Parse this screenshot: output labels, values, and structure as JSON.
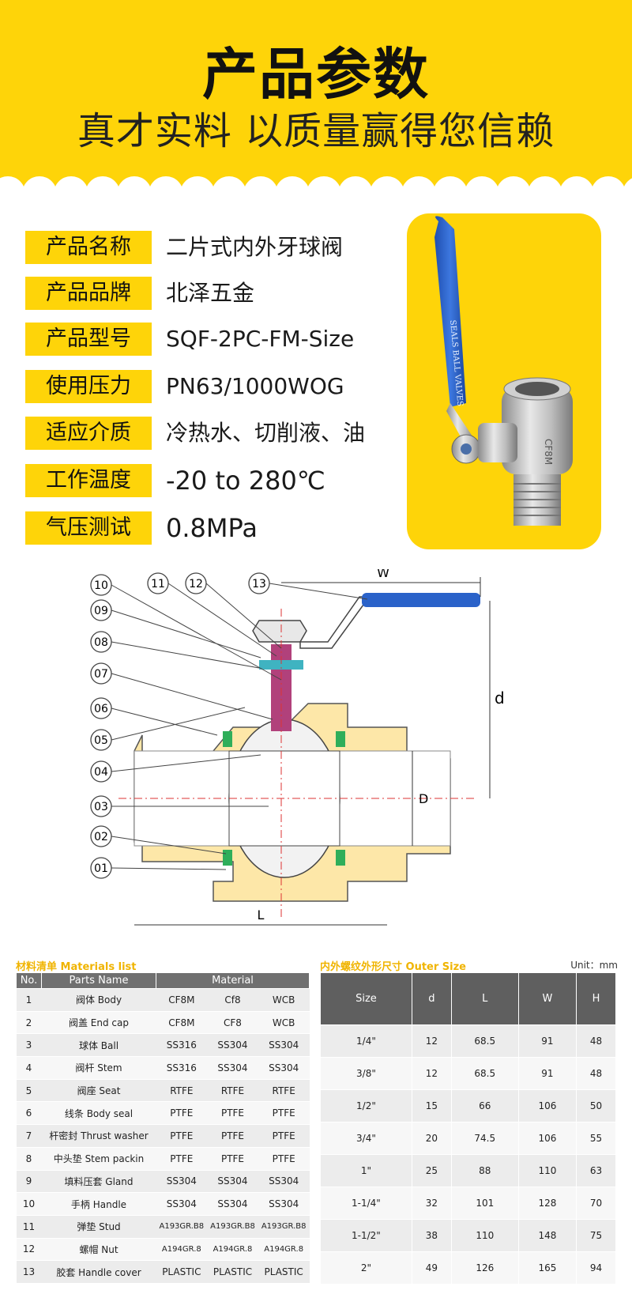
{
  "header": {
    "title": "产品参数",
    "subtitle": "真才实料 以质量赢得您信赖"
  },
  "specs": [
    {
      "label": "产品名称",
      "value": "二片式内外牙球阀"
    },
    {
      "label": "产品品牌",
      "value": "北泽五金"
    },
    {
      "label": "产品型号",
      "value": "SQF-2PC-FM-Size"
    },
    {
      "label": "使用压力",
      "value": "PN63/1000WOG"
    },
    {
      "label": "适应介质",
      "value": "冷热水、切削液、油"
    },
    {
      "label": "工作温度",
      "value": "-20 to 280℃"
    },
    {
      "label": "气压测试",
      "value": "0.8MPa"
    }
  ],
  "photo": {
    "handle_text": "SEALS BALL VALVES",
    "body_text": "CF8M"
  },
  "diagram": {
    "callouts": [
      "10",
      "11",
      "12",
      "13",
      "09",
      "08",
      "07",
      "06",
      "05",
      "04",
      "03",
      "02",
      "01"
    ],
    "dim_w": "W",
    "dim_d_small": "d",
    "dim_d_big": "D",
    "dim_l": "L"
  },
  "materials": {
    "title": "材料清单 Materials list",
    "headers": {
      "no": "No.",
      "part": "Parts Name",
      "material": "Material"
    },
    "rows": [
      {
        "no": "1",
        "name": "阀体 Body",
        "m1": "CF8M",
        "m2": "Cf8",
        "m3": "WCB"
      },
      {
        "no": "2",
        "name": "阀盖 End cap",
        "m1": "CF8M",
        "m2": "CF8",
        "m3": "WCB"
      },
      {
        "no": "3",
        "name": "球体 Ball",
        "m1": "SS316",
        "m2": "SS304",
        "m3": "SS304"
      },
      {
        "no": "4",
        "name": "阀杆 Stem",
        "m1": "SS316",
        "m2": "SS304",
        "m3": "SS304"
      },
      {
        "no": "5",
        "name": "阀座 Seat",
        "m1": "RTFE",
        "m2": "RTFE",
        "m3": "RTFE"
      },
      {
        "no": "6",
        "name": "线条 Body seal",
        "m1": "PTFE",
        "m2": "PTFE",
        "m3": "PTFE"
      },
      {
        "no": "7",
        "name": "杆密封 Thrust washer",
        "m1": "PTFE",
        "m2": "PTFE",
        "m3": "PTFE"
      },
      {
        "no": "8",
        "name": "中头垫 Stem packin",
        "m1": "PTFE",
        "m2": "PTFE",
        "m3": "PTFE"
      },
      {
        "no": "9",
        "name": "填料压套 Gland",
        "m1": "SS304",
        "m2": "SS304",
        "m3": "SS304"
      },
      {
        "no": "10",
        "name": "手柄 Handle",
        "m1": "SS304",
        "m2": "SS304",
        "m3": "SS304"
      },
      {
        "no": "11",
        "name": "弹垫 Stud",
        "m1": "A193GR.B8",
        "m2": "A193GR.B8",
        "m3": "A193GR.B8"
      },
      {
        "no": "12",
        "name": "螺帽 Nut",
        "m1": "A194GR.8",
        "m2": "A194GR.8",
        "m3": "A194GR.8"
      },
      {
        "no": "13",
        "name": "胶套 Handle cover",
        "m1": "PLASTIC",
        "m2": "PLASTIC",
        "m3": "PLASTIC"
      }
    ]
  },
  "outer": {
    "title": "内外螺纹外形尺寸 Outer Size",
    "unit": "Unit：mm",
    "headers": [
      "Size",
      "d",
      "L",
      "W",
      "H"
    ],
    "rows": [
      [
        "1/4\"",
        "12",
        "68.5",
        "91",
        "48"
      ],
      [
        "3/8\"",
        "12",
        "68.5",
        "91",
        "48"
      ],
      [
        "1/2\"",
        "15",
        "66",
        "106",
        "50"
      ],
      [
        "3/4\"",
        "20",
        "74.5",
        "106",
        "55"
      ],
      [
        "1\"",
        "25",
        "88",
        "110",
        "63"
      ],
      [
        "1-1/4\"",
        "32",
        "101",
        "128",
        "70"
      ],
      [
        "1-1/2\"",
        "38",
        "110",
        "148",
        "75"
      ],
      [
        "2\"",
        "49",
        "126",
        "165",
        "94"
      ]
    ]
  },
  "colors": {
    "accent": "#fed409",
    "handle_blue": "#2a62c9",
    "table_header": "#707070",
    "title_orange": "#f0b400"
  }
}
